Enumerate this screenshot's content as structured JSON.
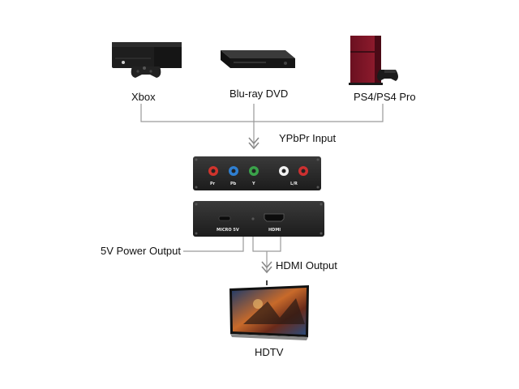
{
  "sources": [
    {
      "label": "Xbox",
      "icon": "xbox-console-icon"
    },
    {
      "label": "Blu-ray DVD",
      "icon": "bluray-player-icon"
    },
    {
      "label": "PS4/PS4 Pro",
      "icon": "ps4-console-icon"
    }
  ],
  "input_label": "YPbPr Input",
  "converter_front": {
    "ports": [
      "Pr",
      "Pb",
      "Y",
      "",
      ""
    ],
    "audio_label": "L/R"
  },
  "converter_back": {
    "micro_label": "MICRO 5V",
    "hdmi_label": "HDMI"
  },
  "power_label": "5V  Power Output",
  "hdmi_output_label": "HDMI  Output",
  "display_label": "HDTV",
  "colors": {
    "line": "#9a9a9a",
    "pr": "#d0342c",
    "pb": "#2f7fd1",
    "y": "#3aa24a",
    "audio_white": "#f0f0f0",
    "audio_red": "#cc3030",
    "device_body": "#2b2b2b"
  }
}
